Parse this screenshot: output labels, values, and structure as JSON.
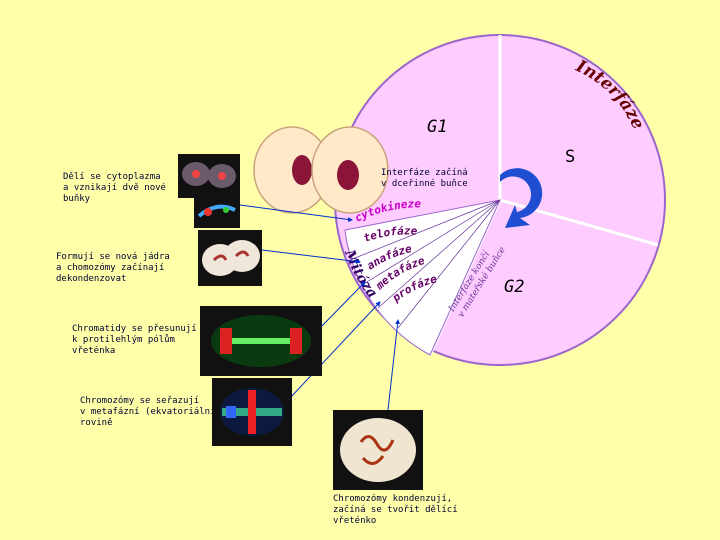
{
  "title_arc": "Interfáze",
  "phases": {
    "g1": "G1",
    "s": "S",
    "g2": "G2",
    "mitosis_arc": "Mitóza",
    "cytokinesis": "cytokineze",
    "telophase": "telofáze",
    "anaphase": "anafáze",
    "metaphase": "metafáze",
    "prophase": "profáze",
    "interphase_end_line1": "Interfáze končí",
    "interphase_end_line2": "v mateřské buňce"
  },
  "notes": {
    "interphase_start": "Interfáze začíná\nv dceřinné buňce",
    "cytokinesis_note": "Dělí se cytoplazma\na vznikají dvě nové\nbuňky",
    "telophase_note": "Formují se nová jádra\na chomozómy začínají\ndekondenzovat",
    "anaphase_note": "Chromatidy se přesunují\nk protilehlým pólům\nvřeténka",
    "metaphase_note": "Chromozómy se seřazují\nv metafázní (ekvatoriální)\nrovině",
    "prophase_note": "Chromozómy kondenzují,\nzačíná se tvořit dělící\nvřeténko"
  },
  "colors": {
    "background": "#ffffaa",
    "wheel": "#ffccff",
    "mitosis_wedge": "#ffffff",
    "divider": "#ffffff",
    "arrow": "#0033cc",
    "cell": "#ffe9c9",
    "nucleus": "#8a1538",
    "s_segment": "#1f4fd0"
  },
  "icons": [
    "cell-icon",
    "arrow-icon",
    "micrograph-icon"
  ]
}
